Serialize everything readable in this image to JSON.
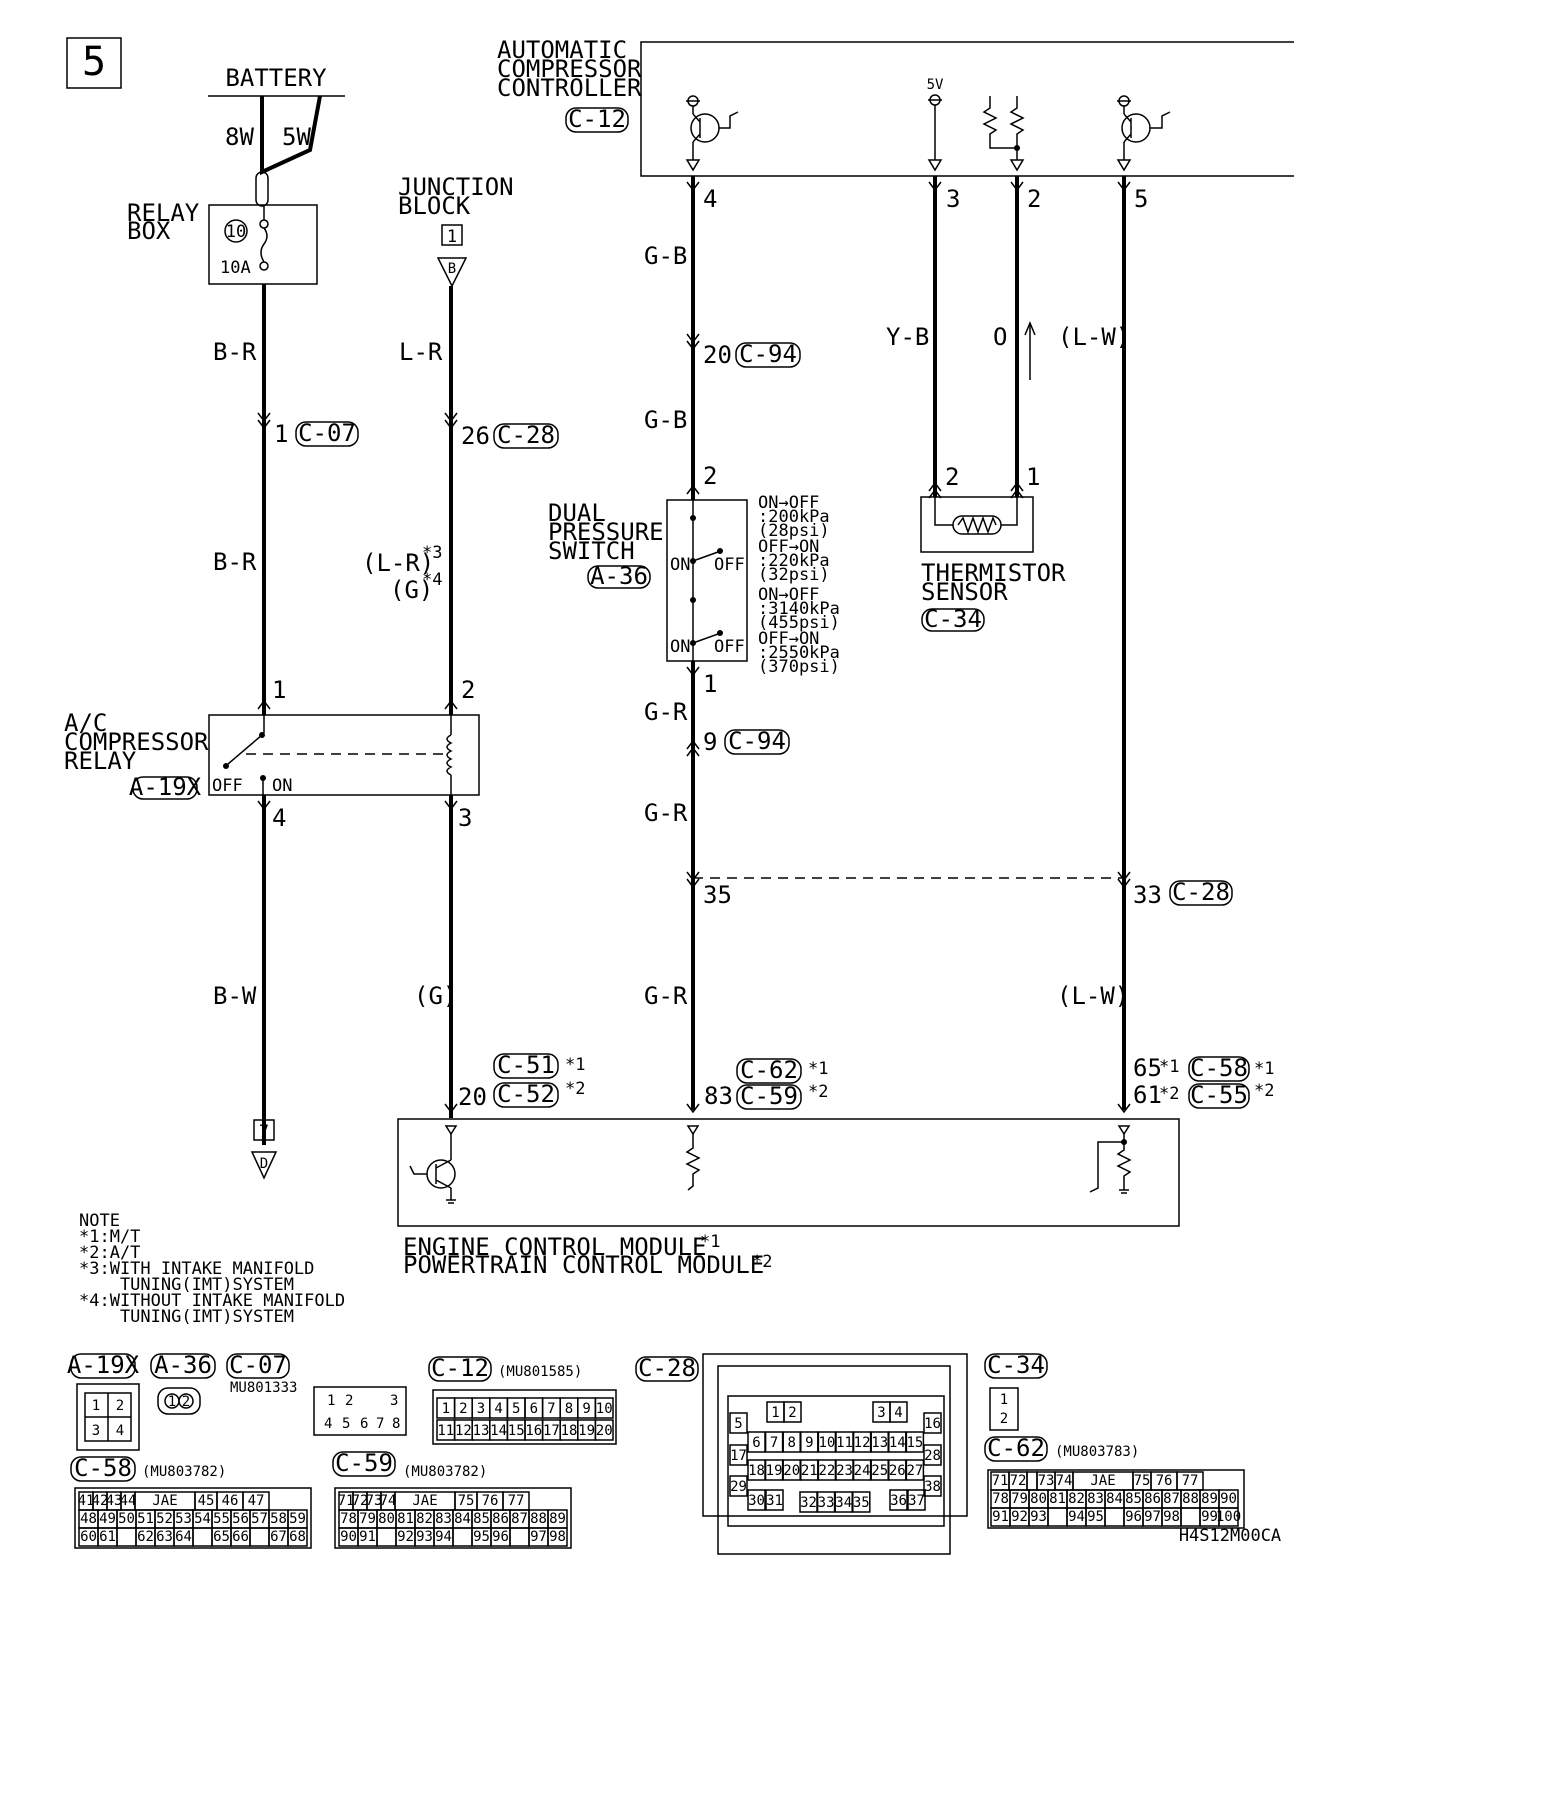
{
  "page_number": "5",
  "components": {
    "battery": "BATTERY",
    "relay_box": [
      "RELAY",
      "BOX"
    ],
    "junction_block": [
      "JUNCTION",
      "BLOCK"
    ],
    "acc": [
      "AUTOMATIC",
      "COMPRESSOR",
      "CONTROLLER"
    ],
    "dual_pressure": [
      "DUAL",
      "PRESSURE",
      "SWITCH"
    ],
    "thermistor": [
      "THERMISTOR",
      "SENSOR"
    ],
    "ac_relay": [
      "A/C",
      "COMPRESSOR",
      "RELAY"
    ],
    "ecm": "ENGINE CONTROL MODULE",
    "pcm": "POWERTRAIN CONTROL MODULE"
  },
  "fuses": {
    "fusible_8w": "8W",
    "fusible_5w": "5W",
    "fuse_no": "10",
    "fuse_rating": "10A"
  },
  "voltage": "5V",
  "wire_colors": {
    "br1": "B-R",
    "br2": "B-R",
    "bw": "B-W",
    "lr": "L-R",
    "lr_opt": "(L-R)",
    "g_opt": "(G)",
    "g_low": "(G)",
    "gb1": "G-B",
    "gb2": "G-B",
    "gr1": "G-R",
    "gr2": "G-R",
    "gr3": "G-R",
    "yb": "Y-B",
    "o": "O",
    "lw1": "(L-W)",
    "lw2": "(L-W)"
  },
  "connectors": {
    "c12": "C-12",
    "c07": "C-07",
    "c28": "C-28",
    "c94": "C-94",
    "c94b": "C-94",
    "a36": "A-36",
    "c34": "C-34",
    "a19x": "A-19X",
    "c28b": "C-28",
    "c51": "C-51",
    "c52": "C-52",
    "c62": "C-62",
    "c59": "C-59",
    "c58": "C-58",
    "c55": "C-55"
  },
  "pins": {
    "p4": "4",
    "p3": "3",
    "p2": "2",
    "p5": "5",
    "c07_1": "1",
    "c28_26": "26",
    "c94_20": "20",
    "dps_2": "2",
    "dps_1": "1",
    "th_2": "2",
    "th_1": "1",
    "rel_1": "1",
    "rel_2": "2",
    "rel_4": "4",
    "rel_3": "3",
    "c94_9": "9",
    "j35": "35",
    "j33": "33",
    "ecm_20": "20",
    "ecm_83": "83",
    "ecm_65": "65",
    "ecm_61": "61",
    "jb_1": "1",
    "jb_B": "B",
    "end_7": "7",
    "end_D": "D"
  },
  "marks": {
    "s1": "*1",
    "s2": "*2",
    "s3": "*3",
    "s4": "*4"
  },
  "switch_states": {
    "on": "ON",
    "off": "OFF"
  },
  "pressure_specs": [
    "ON→OFF",
    ":200kPa",
    "(28psi)",
    "OFF→ON",
    ":220kPa",
    "(32psi)",
    "ON→OFF",
    ":3140kPa",
    "(455psi)",
    "OFF→ON",
    ":2550kPa",
    "(370psi)"
  ],
  "notes": [
    "NOTE",
    "*1:M/T",
    "*2:A/T",
    "*3:WITH INTAKE MANIFOLD",
    "    TUNING(IMT)SYSTEM",
    "*4:WITHOUT INTAKE MANIFOLD",
    "    TUNING(IMT)SYSTEM"
  ],
  "connector_views": {
    "a19x": "A-19X",
    "a36": "A-36",
    "c07": "C-07",
    "c07_part": "MU801333",
    "c12": "C-12",
    "c12_part": "(MU801585)",
    "c28": "C-28",
    "c34": "C-34",
    "c62": "C-62",
    "c62_part": "(MU803783)",
    "c58": "C-58",
    "c58_part": "(MU803782)",
    "c59": "C-59",
    "c59_part": "(MU803782)",
    "jae": "JAE"
  },
  "diagram_code": "H4S12M00CA"
}
